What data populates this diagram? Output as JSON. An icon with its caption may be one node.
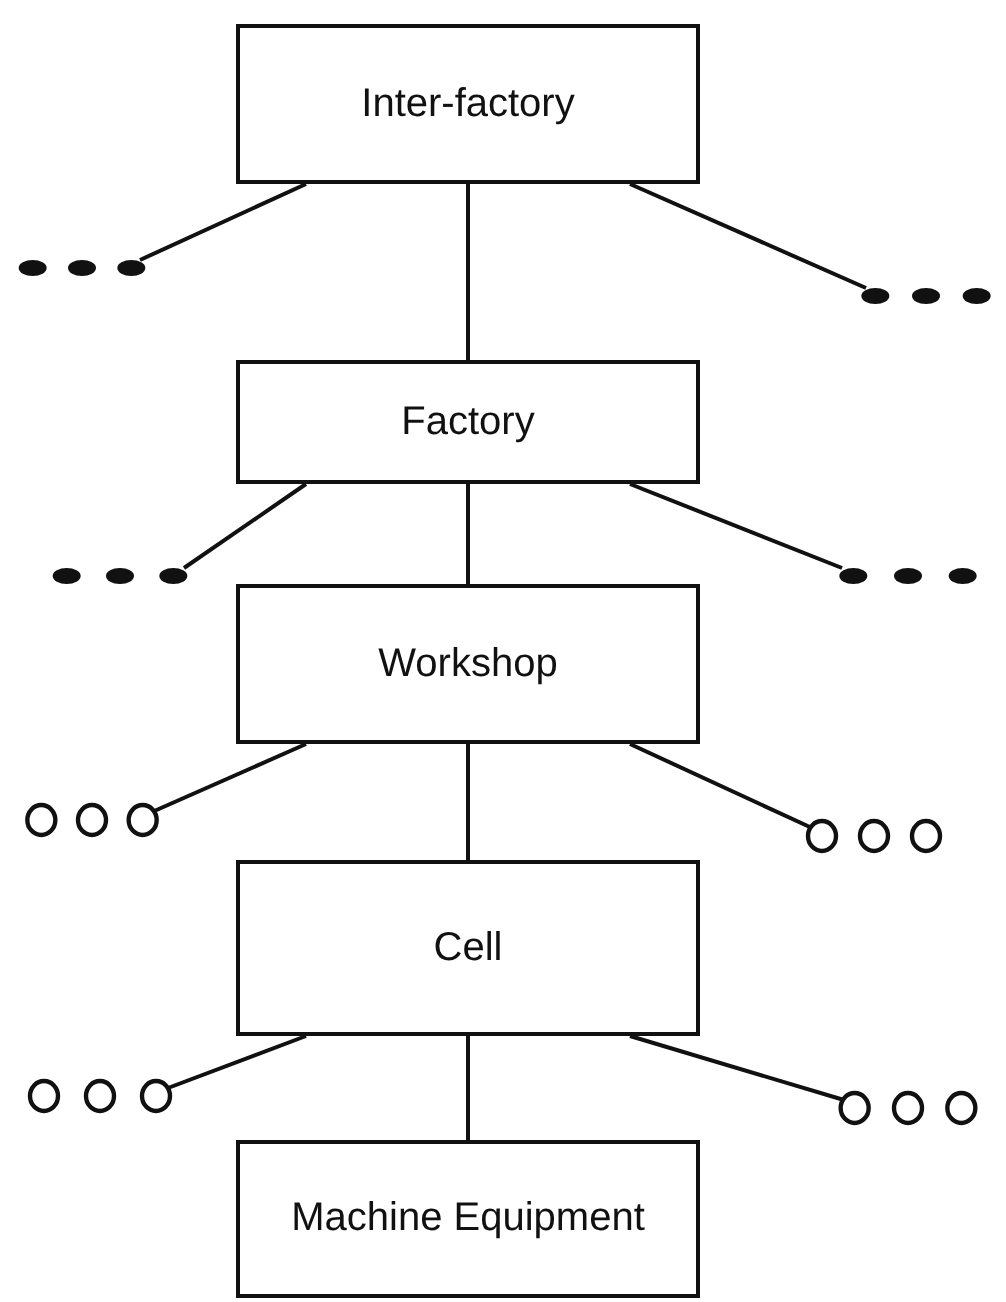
{
  "diagram": {
    "nodes": [
      {
        "text": [
          "Inter-factory"
        ]
      },
      {
        "text": [],
        "shape": "dots"
      },
      {
        "text": [],
        "shape": "dots"
      },
      {
        "text": [
          "Factory"
        ]
      },
      {
        "text": [],
        "shape": "dots"
      },
      {
        "text": [],
        "shape": "dots"
      },
      {
        "text": [
          "Workshop"
        ]
      },
      {
        "text": [],
        "shape": "dots"
      },
      {
        "text": [],
        "shape": "dots"
      },
      {
        "text": [
          "Cell"
        ]
      },
      {
        "text": [],
        "shape": "dots"
      },
      {
        "text": [],
        "shape": "dots"
      },
      {
        "text": [
          "Machine Equipment"
        ]
      }
    ],
    "edges": [
      {
        "from": 0,
        "to": 1,
        "arrow": "none"
      },
      {
        "from": 0,
        "to": 2,
        "arrow": "none"
      },
      {
        "from": 0,
        "to": 3,
        "arrow": "none"
      },
      {
        "from": 3,
        "to": 4,
        "arrow": "none"
      },
      {
        "from": 3,
        "to": 5,
        "arrow": "none"
      },
      {
        "from": 3,
        "to": 6,
        "arrow": "none"
      },
      {
        "from": 6,
        "to": 7,
        "arrow": "none"
      },
      {
        "from": 6,
        "to": 8,
        "arrow": "none"
      },
      {
        "from": 6,
        "to": 9,
        "arrow": "none"
      },
      {
        "from": 9,
        "to": 10,
        "arrow": "none"
      },
      {
        "from": 9,
        "to": 11,
        "arrow": "none"
      },
      {
        "from": 9,
        "to": 12,
        "arrow": "none"
      }
    ]
  }
}
